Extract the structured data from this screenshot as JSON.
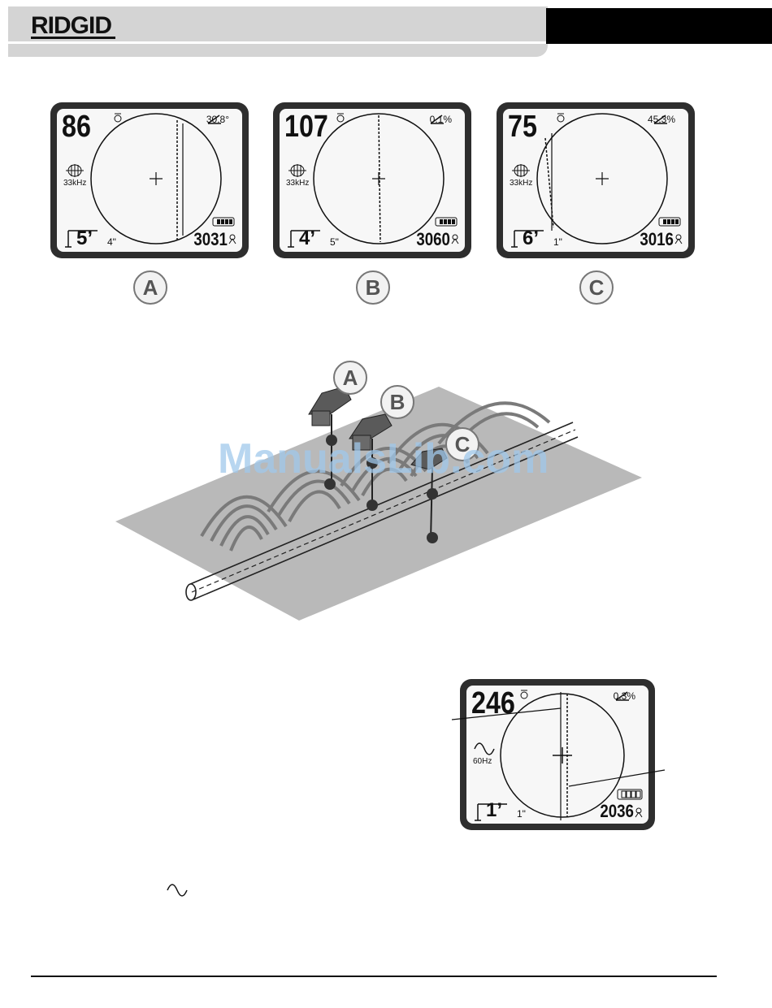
{
  "header": {
    "logo_text": "RIDGID"
  },
  "screens": [
    {
      "id": "A",
      "signal_strength": "86",
      "angle": "30.8°",
      "frequency": "33kHz",
      "depth_ft": "5’",
      "depth_in": "4\"",
      "current": "3031"
    },
    {
      "id": "B",
      "signal_strength": "107",
      "angle": "0.1%",
      "frequency": "33kHz",
      "depth_ft": "4’",
      "depth_in": "5\"",
      "current": "3060"
    },
    {
      "id": "C",
      "signal_strength": "75",
      "angle": "45.3%",
      "frequency": "33kHz",
      "depth_ft": "6’",
      "depth_in": "1\"",
      "current": "3016"
    }
  ],
  "labels": [
    "A",
    "B",
    "C"
  ],
  "illustration": {
    "labels": [
      "A",
      "B",
      "C"
    ],
    "watermark": "ManualsLib.com"
  },
  "detail_screen": {
    "signal_strength": "246",
    "angle": "0.3%",
    "frequency": "60Hz",
    "depth_ft": "1’",
    "depth_in": "1\"",
    "current": "2036"
  },
  "colors": {
    "bezel": "#2e2e2e",
    "header_gray": "#d4d4d4",
    "label_gray": "#777777"
  }
}
